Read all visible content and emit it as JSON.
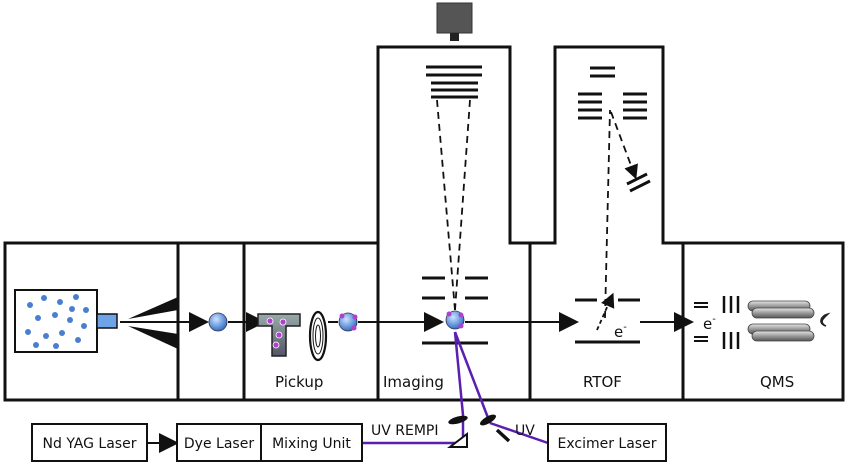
{
  "diagram": {
    "chamber_labels": {
      "pickup": "Pickup",
      "imaging": "Imaging",
      "rtof": "RTOF",
      "qms": "QMS"
    },
    "laser_boxes": {
      "nd_yag": "Nd YAG Laser",
      "dye": "Dye Laser",
      "mixing": "Mixing Unit",
      "excimer": "Excimer Laser"
    },
    "beam_labels": {
      "uv_rempi": "UV REMPI",
      "uv": "UV"
    },
    "electron_symbol": "e",
    "electron_superscript": "-",
    "colors": {
      "line": "#111111",
      "laser_beam": "#5a1fb0",
      "droplet": "#5b8fd8",
      "dopant": "#b040d0"
    }
  }
}
